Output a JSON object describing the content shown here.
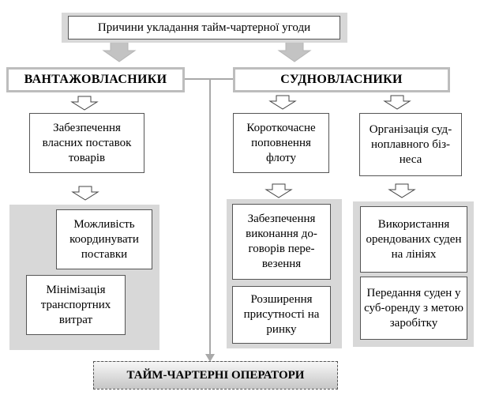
{
  "diagram": {
    "title": "Причини укладання тайм-чартерної угоди",
    "left_header": "ВАНТАЖОВЛАСНИКИ",
    "right_header": "СУДНОВЛАСНИКИ",
    "left": {
      "top_box": "Забезпечення власних поставок товарів",
      "items": [
        "Можливість координувати поставки",
        "Мінімізація транспортних витрат"
      ]
    },
    "middle": {
      "top_box": "Короткочасне поповнення флоту",
      "items": [
        "Забезпечення виконання до-говорів пере-везення",
        "Розширення присутності на ринку"
      ]
    },
    "right": {
      "top_box": "Організація суд-ноплавного біз-неса",
      "items": [
        "Використання орендованих суден на лініях",
        "Передання суден у суб-оренду з метою заробітку"
      ]
    },
    "bottom": "ТАЙМ-ЧАРТЕРНІ ОПЕРАТОРИ"
  }
}
